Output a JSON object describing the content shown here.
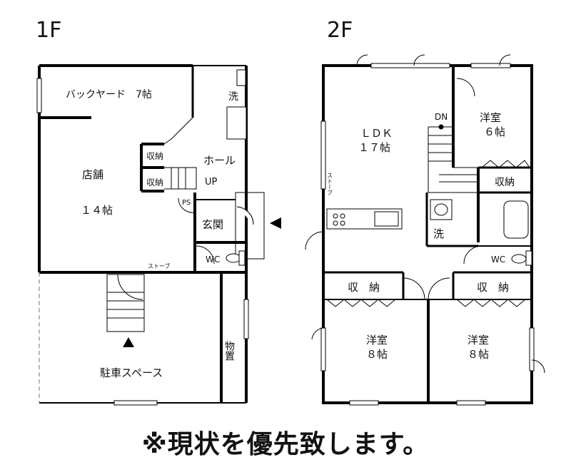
{
  "floors": {
    "first": {
      "title": "1F",
      "rooms": {
        "backyard": "バックヤード　7帖",
        "shop": "店舗",
        "shop_size": "１４帖",
        "storage_a": "収納",
        "storage_b": "収納",
        "hall": "ホール",
        "up": "UP",
        "ps": "PS",
        "entrance": "玄関",
        "wc": "WC",
        "stove": "ストーブ",
        "wash": "洗",
        "shed": "物置",
        "parking": "駐車スペース"
      }
    },
    "second": {
      "title": "2F",
      "rooms": {
        "ldk": "ＬＤＫ",
        "ldk_size": "１７帖",
        "dn": "DN",
        "western_6": "洋室",
        "western_6_size": "６帖",
        "storage_right": "収納",
        "stove": "ストーブ",
        "wash": "洗",
        "wc": "WC",
        "closet_left": "収　納",
        "closet_right": "収　納",
        "western_8a": "洋室",
        "western_8a_size": "８帖",
        "western_8b": "洋室",
        "western_8b_size": "８帖"
      }
    }
  },
  "note": "※現状を優先致します。"
}
